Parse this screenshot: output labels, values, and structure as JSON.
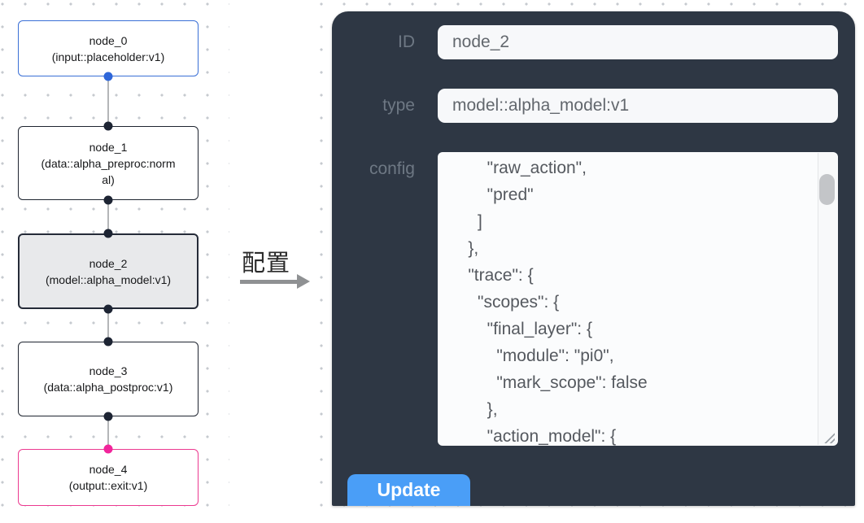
{
  "flow": {
    "nodes": [
      {
        "id": "node_0",
        "title": "node_0",
        "subtitle": "(input::placeholder:v1)",
        "variant": "input-blue"
      },
      {
        "id": "node_1",
        "title": "node_1",
        "subtitle": "(data::alpha_preproc:normal)",
        "variant": "default"
      },
      {
        "id": "node_2",
        "title": "node_2",
        "subtitle": "(model::alpha_model:v1)",
        "variant": "selected"
      },
      {
        "id": "node_3",
        "title": "node_3",
        "subtitle": "(data::alpha_postproc:v1)",
        "variant": "default"
      },
      {
        "id": "node_4",
        "title": "node_4",
        "subtitle": "(output::exit:v1)",
        "variant": "output-pink"
      }
    ]
  },
  "arrow": {
    "label": "配置"
  },
  "panel": {
    "id_label": "ID",
    "id_value": "node_2",
    "type_label": "type",
    "type_value": "model::alpha_model:v1",
    "config_label": "config",
    "config_value": "        \"raw_action\",\n        \"pred\"\n      ]\n    },\n    \"trace\": {\n      \"scopes\": {\n        \"final_layer\": {\n          \"module\": \"pi0\",\n          \"mark_scope\": false\n        },\n        \"action_model\": {",
    "update_label": "Update"
  },
  "colors": {
    "panel_bg": "#2e3744",
    "input_node_border": "#3a6fd6",
    "output_node_border": "#ec3a90",
    "selected_node_bg": "#e8e9eb",
    "default_node_border": "#1f2530",
    "update_button": "#4a9ef7",
    "port_dark": "#1d2433",
    "port_blue": "#2e66d9",
    "port_pink": "#f1259b"
  }
}
